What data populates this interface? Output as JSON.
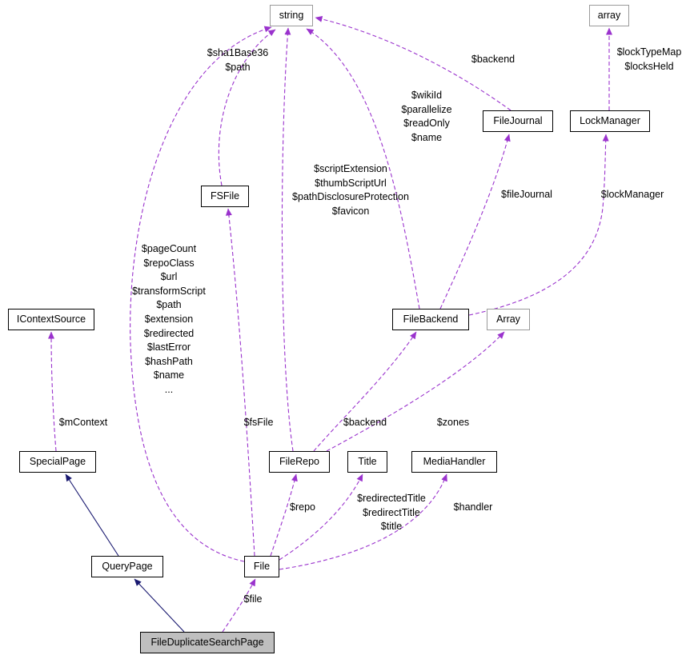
{
  "colors": {
    "usage_edge": "#9a32cd",
    "inheritance_edge": "#191970",
    "highlight_node_bg": "#bfbfbf",
    "external_node_border": "#9a9a9a"
  },
  "diagram": {
    "nodes": {
      "string": "string",
      "array": "array",
      "file_journal": "FileJournal",
      "lock_manager": "LockManager",
      "fs_file": "FSFile",
      "icontext_source": "IContextSource",
      "file_backend": "FileBackend",
      "array_cap": "Array",
      "special_page": "SpecialPage",
      "file_repo": "FileRepo",
      "title": "Title",
      "media_handler": "MediaHandler",
      "query_page": "QueryPage",
      "file": "File",
      "file_duplicate_search_page": "FileDuplicateSearchPage"
    },
    "edge_labels": {
      "fsfile_to_string": "$sha1Base36\n$path",
      "filejournal_to_string": "$backend",
      "lockmanager_to_array": "$lockTypeMap\n$locksHeld",
      "filebackend_to_string": "$wikiId\n$parallelize\n$readOnly\n$name",
      "filerepo_to_string": "$scriptExtension\n$thumbScriptUrl\n$pathDisclosureProtection\n$favicon",
      "filebackend_to_filejournal": "$fileJournal",
      "filebackend_to_lockmanager": "$lockManager",
      "file_to_string": "$pageCount\n$repoClass\n$url\n$transformScript\n$path\n$extension\n$redirected\n$lastError\n$hashPath\n$name\n...",
      "specialpage_to_icontextsource": "$mContext",
      "file_to_fsfile": "$fsFile",
      "filerepo_to_filebackend": "$backend",
      "filerepo_to_array": "$zones",
      "file_to_filerepo": "$repo",
      "file_to_title": "$redirectedTitle\n$redirectTitle\n$title",
      "file_to_mediahandler": "$handler",
      "fdsp_to_file": "$file"
    }
  }
}
